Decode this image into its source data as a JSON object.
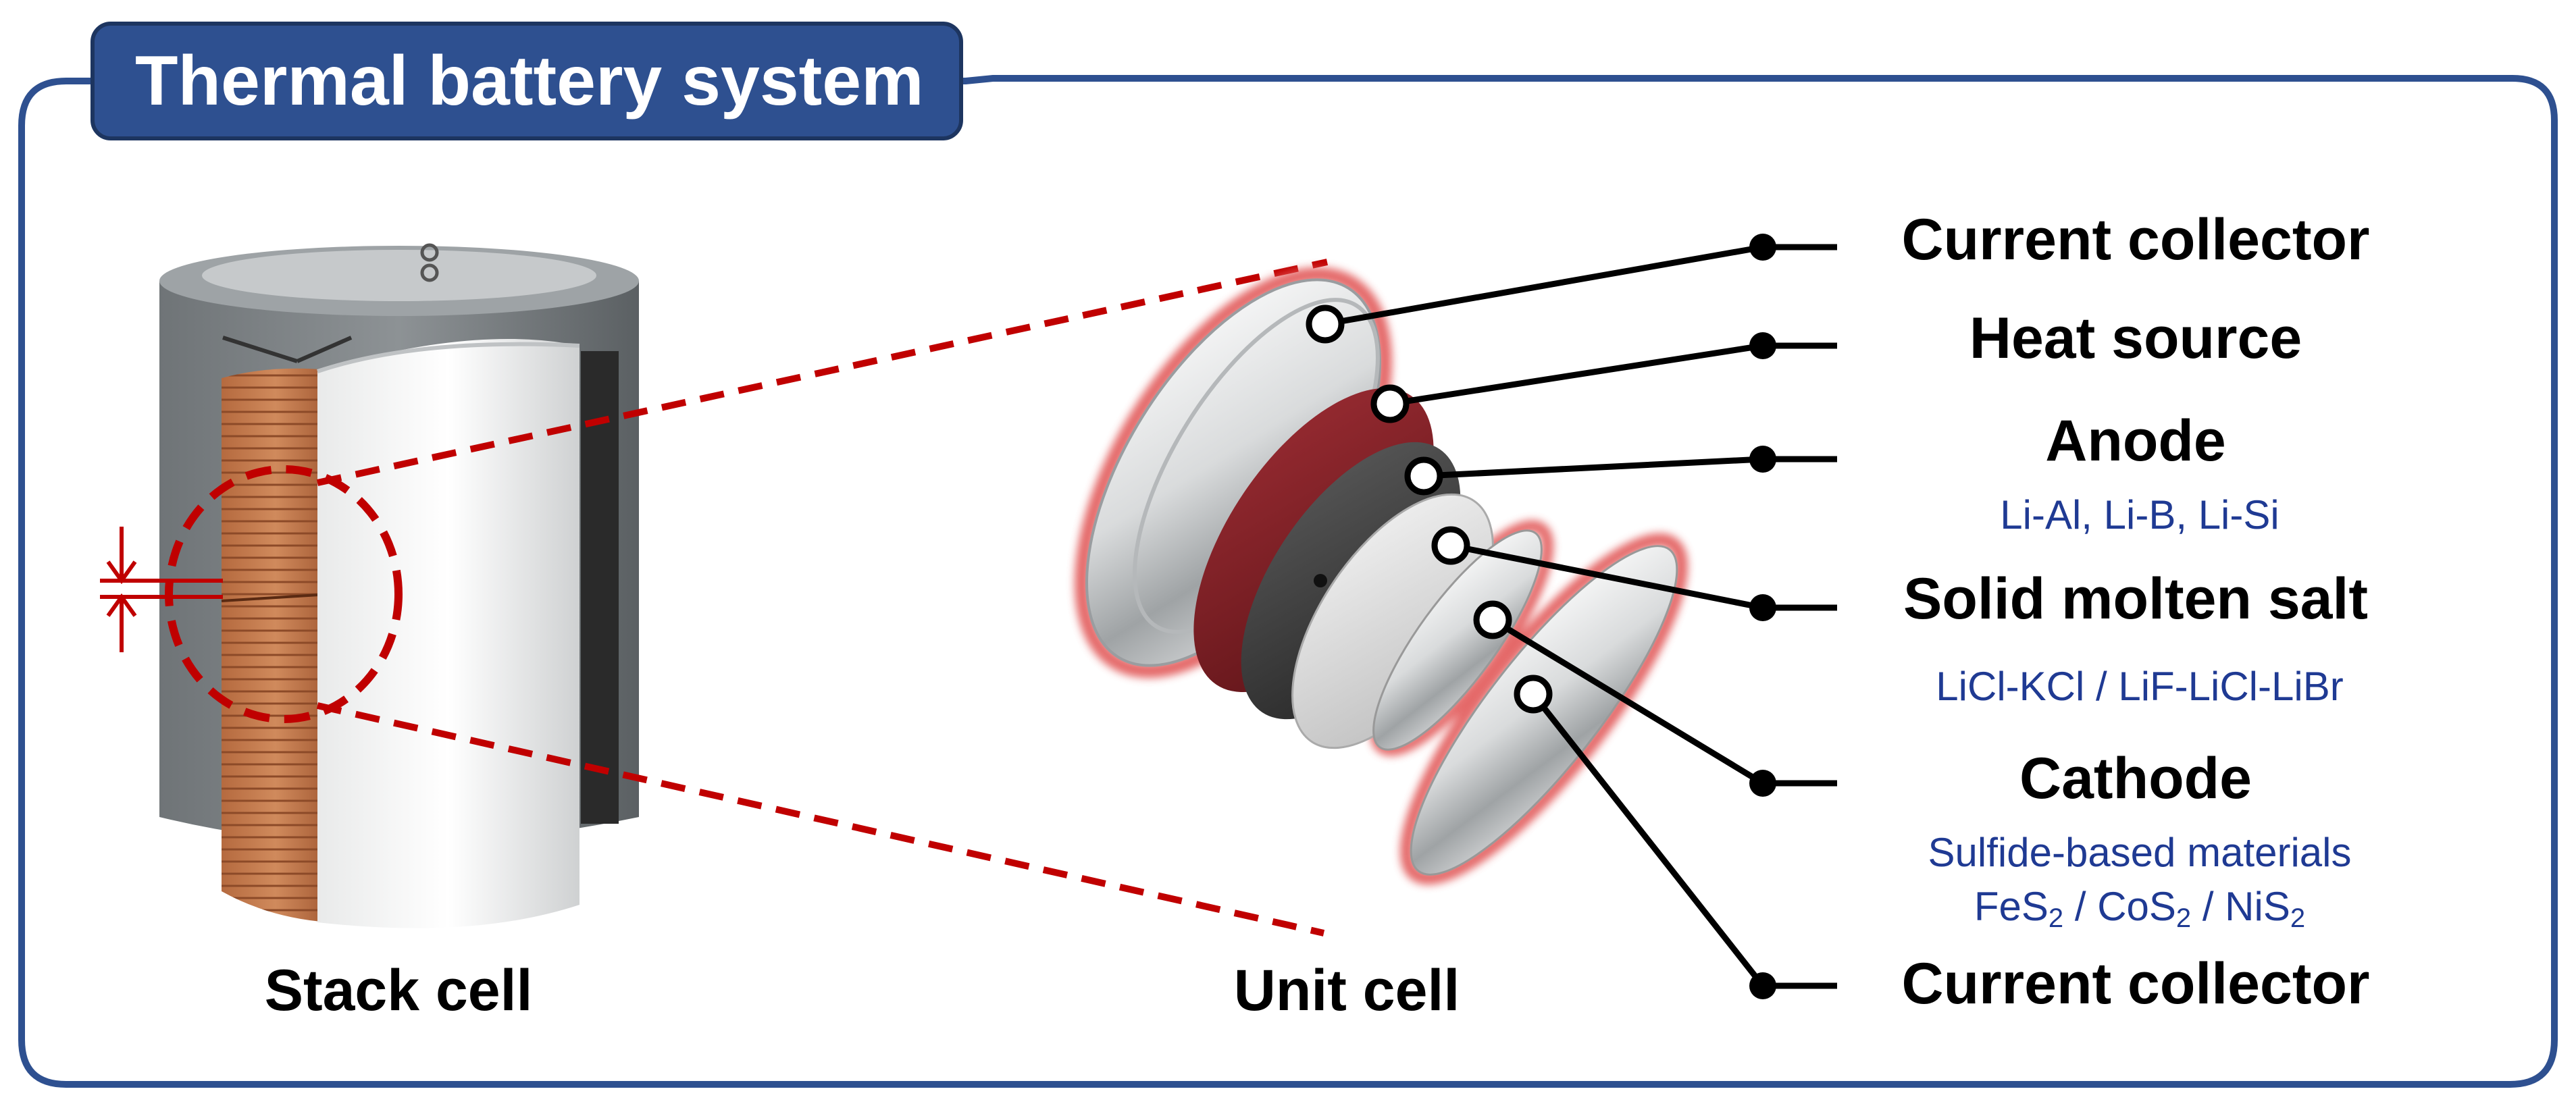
{
  "title": "Thermal battery system",
  "captions": {
    "stack_cell": "Stack cell",
    "unit_cell": "Unit cell"
  },
  "components": [
    {
      "label": "Current collector",
      "detail": ""
    },
    {
      "label": "Heat source",
      "detail": ""
    },
    {
      "label": "Anode",
      "detail": "Li-Al, Li-B, Li-Si"
    },
    {
      "label": "Solid molten salt",
      "detail": "LiCl-KCl / LiF-LiCl-LiBr"
    },
    {
      "label": "Cathode",
      "detail": "Sulfide-based materials",
      "formulas": [
        {
          "base": "FeS",
          "subscript": "2"
        },
        {
          "base": "CoS",
          "subscript": "2"
        },
        {
          "base": "NiS",
          "subscript": "2"
        }
      ],
      "formula_separator": " / "
    },
    {
      "label": "Current collector",
      "detail": ""
    }
  ],
  "colors": {
    "frame": "#2e5090",
    "title_bg": "#2e5090",
    "highlight": "#c00000",
    "detail_text": "#1f3a93",
    "coil": "#c87a4e",
    "heat_source": "#7a1f24",
    "anode": "#3a3a3a"
  }
}
